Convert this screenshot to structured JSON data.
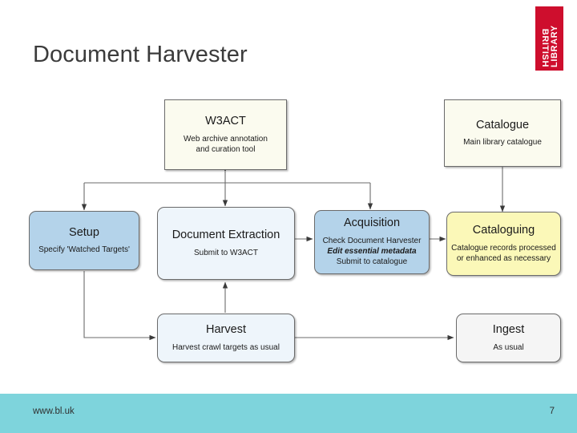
{
  "slide": {
    "title": "Document Harvester",
    "background_color": "#ffffff"
  },
  "logo": {
    "name": "british-library-logo",
    "line1": "LIBRARY",
    "line2": "BRITISH",
    "color": "#CE0E2D"
  },
  "diagram": {
    "nodes": [
      {
        "id": "w3act",
        "title": "W3ACT",
        "sub1": "Web archive annotation",
        "sub2": "and curation tool",
        "color": "#fbfbef",
        "shape": "square"
      },
      {
        "id": "catalogue",
        "title": "Catalogue",
        "sub1": "Main library catalogue",
        "color": "#fbfbef",
        "shape": "square"
      },
      {
        "id": "setup",
        "title": "Setup",
        "sub1": "Specify 'Watched Targets'",
        "color": "#b4d3ea",
        "shape": "rounded"
      },
      {
        "id": "document-extraction",
        "title": "Document Extraction",
        "sub1": "Submit to W3ACT",
        "color": "#eef5fb",
        "shape": "rounded"
      },
      {
        "id": "acquisition",
        "title": "Acquisition",
        "sub1": "Check Document Harvester",
        "sub2": "Edit essential metadata",
        "sub3": "Submit to catalogue",
        "color": "#b4d3ea",
        "shape": "rounded"
      },
      {
        "id": "cataloguing",
        "title": "Cataloguing",
        "sub1": "Catalogue records processed",
        "sub2": "or enhanced as necessary",
        "color": "#fbf8b8",
        "shape": "rounded"
      },
      {
        "id": "harvest",
        "title": "Harvest",
        "sub1": "Harvest crawl targets as usual",
        "color": "#eef5fb",
        "shape": "rounded"
      },
      {
        "id": "ingest",
        "title": "Ingest",
        "sub1": "As usual",
        "color": "#f5f5f5",
        "shape": "rounded"
      }
    ],
    "connectors": [
      {
        "from": "w3act",
        "to": "document-extraction",
        "type": "bidirectional"
      },
      {
        "from": "w3act",
        "to": "setup",
        "type": "arrow"
      },
      {
        "from": "w3act",
        "to": "acquisition",
        "type": "arrow"
      },
      {
        "from": "document-extraction",
        "to": "acquisition",
        "type": "arrow"
      },
      {
        "from": "acquisition",
        "to": "cataloguing",
        "type": "arrow"
      },
      {
        "from": "catalogue",
        "to": "cataloguing",
        "type": "bidirectional"
      },
      {
        "from": "setup",
        "to": "harvest",
        "type": "arrow"
      },
      {
        "from": "harvest",
        "to": "document-extraction",
        "type": "arrow"
      },
      {
        "from": "harvest",
        "to": "ingest",
        "type": "arrow"
      }
    ]
  },
  "footer": {
    "url": "www.bl.uk",
    "page_number": "7",
    "background_color": "#7ed4dc"
  }
}
